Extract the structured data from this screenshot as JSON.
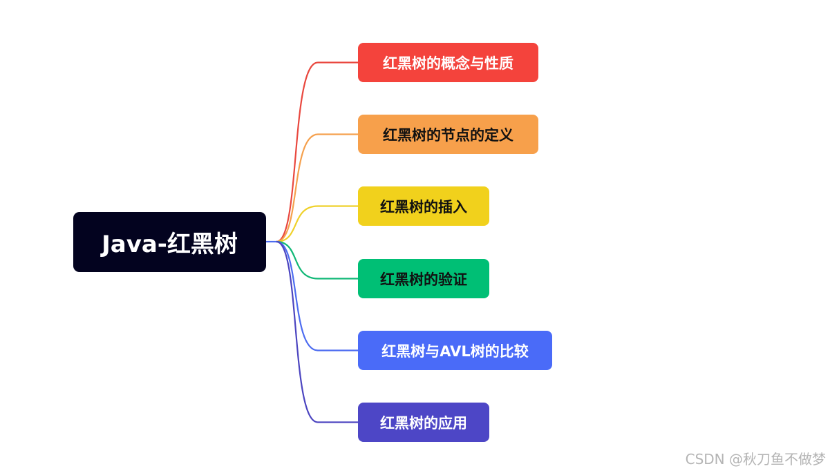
{
  "root": {
    "label": "Java-红黑树",
    "bg": "#03031f",
    "fg": "#ffffff"
  },
  "branches": [
    {
      "label": "红黑树的概念与性质",
      "bg": "#f4433c",
      "fg": "#ffffff",
      "line": "#e9483f"
    },
    {
      "label": "红黑树的节点的定义",
      "bg": "#f7a04b",
      "fg": "#111111",
      "line": "#f5a04d"
    },
    {
      "label": "红黑树的插入",
      "bg": "#f1d11c",
      "fg": "#111111",
      "line": "#efd12a"
    },
    {
      "label": "红黑树的验证",
      "bg": "#00bf75",
      "fg": "#111111",
      "line": "#12b877"
    },
    {
      "label": "红黑树与AVL树的比较",
      "bg": "#4a6bf8",
      "fg": "#ffffff",
      "line": "#4d6cf0"
    },
    {
      "label": "红黑树的应用",
      "bg": "#4d46c6",
      "fg": "#ffffff",
      "line": "#4c45c0"
    }
  ],
  "watermark": "CSDN @秋刀鱼不做梦"
}
